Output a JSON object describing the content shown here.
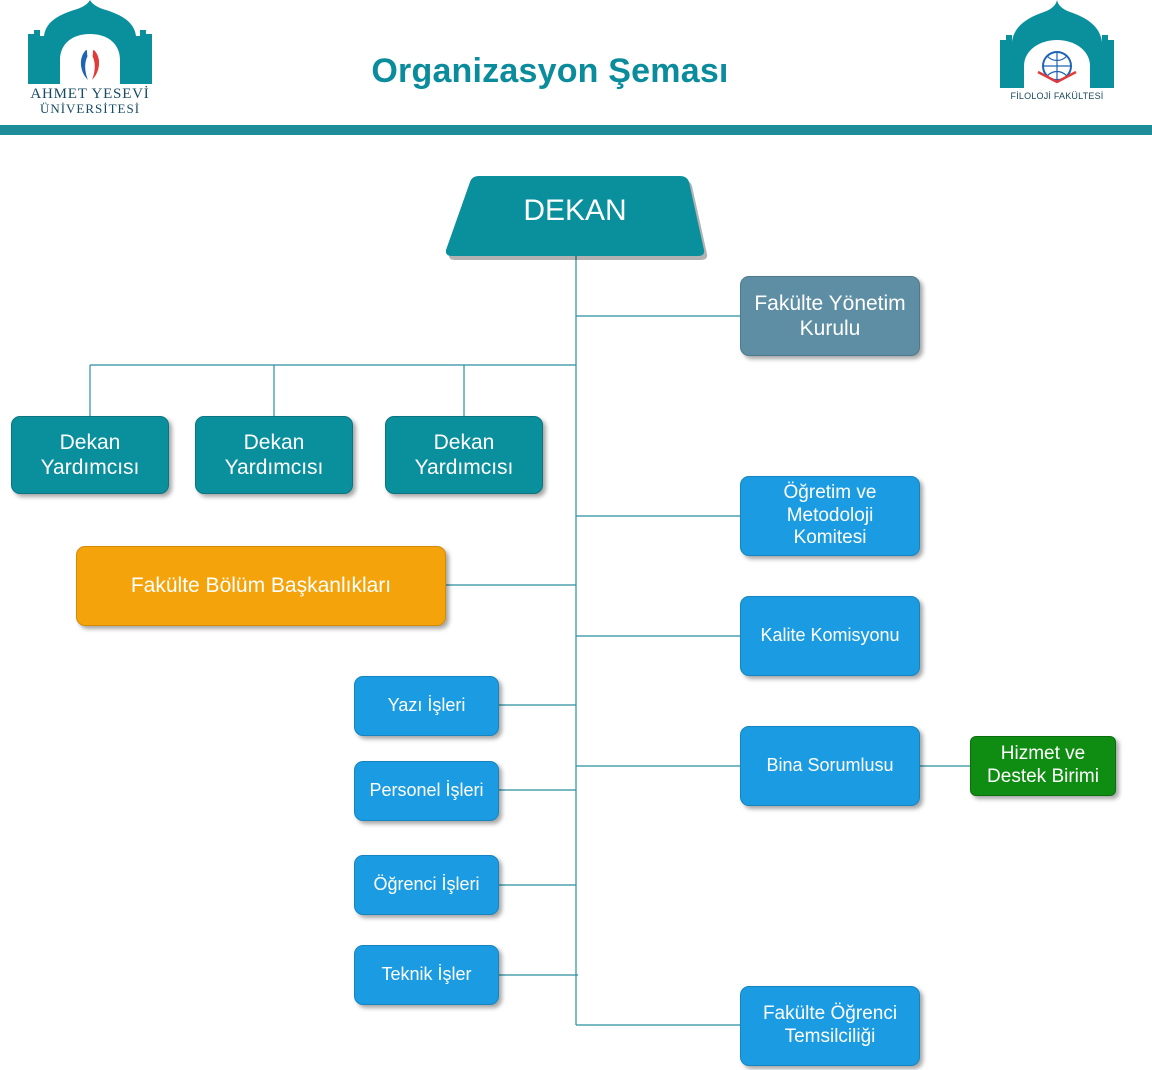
{
  "header": {
    "title": "Organizasyon Şeması",
    "left_logo": {
      "line1": "AHMET YESEVİ",
      "line2": "ÜNİVERSİTESİ"
    },
    "right_logo": {
      "text": "FİLOLOJİ FAKÜLTESİ"
    }
  },
  "colors": {
    "teal": "#0a8f9d",
    "blue": "#1b9ce2",
    "slate": "#5e8ea3",
    "orange": "#f4a30b",
    "green": "#0f8d12",
    "header_bar": "#1e8d9a",
    "connector": "#2a8fa0"
  },
  "chart": {
    "root": {
      "label": "DEKAN"
    },
    "nodes": [
      {
        "id": "fakulte-yonetim-kurulu",
        "label": "Fakülte Yönetim Kurulu",
        "parent": "dekan"
      },
      {
        "id": "dekan-yardimcisi-1",
        "label": "Dekan Yardımcısı",
        "parent": "dekan"
      },
      {
        "id": "dekan-yardimcisi-2",
        "label": "Dekan Yardımcısı",
        "parent": "dekan"
      },
      {
        "id": "dekan-yardimcisi-3",
        "label": "Dekan Yardımcısı",
        "parent": "dekan"
      },
      {
        "id": "ogretim-metodoloji-komitesi",
        "label": "Öğretim ve Metodoloji Komitesi",
        "parent": "dekan"
      },
      {
        "id": "fakulte-bolum-baskanliklari",
        "label": "Fakülte Bölüm Başkanlıkları",
        "parent": "dekan"
      },
      {
        "id": "kalite-komisyonu",
        "label": "Kalite Komisyonu",
        "parent": "dekan"
      },
      {
        "id": "yazi-isleri",
        "label": "Yazı İşleri",
        "parent": "dekan"
      },
      {
        "id": "bina-sorumlusu",
        "label": "Bina Sorumlusu",
        "parent": "dekan"
      },
      {
        "id": "hizmet-destek-birimi",
        "label": "Hizmet ve Destek Birimi",
        "parent": "bina-sorumlusu"
      },
      {
        "id": "personel-isleri",
        "label": "Personel İşleri",
        "parent": "dekan"
      },
      {
        "id": "ogrenci-isleri",
        "label": "Öğrenci İşleri",
        "parent": "dekan"
      },
      {
        "id": "teknik-isler",
        "label": "Teknik İşler",
        "parent": "dekan"
      },
      {
        "id": "fakulte-ogrenci-temsilciligi",
        "label": "Fakülte Öğrenci Temsilciliği",
        "parent": "dekan"
      }
    ]
  }
}
